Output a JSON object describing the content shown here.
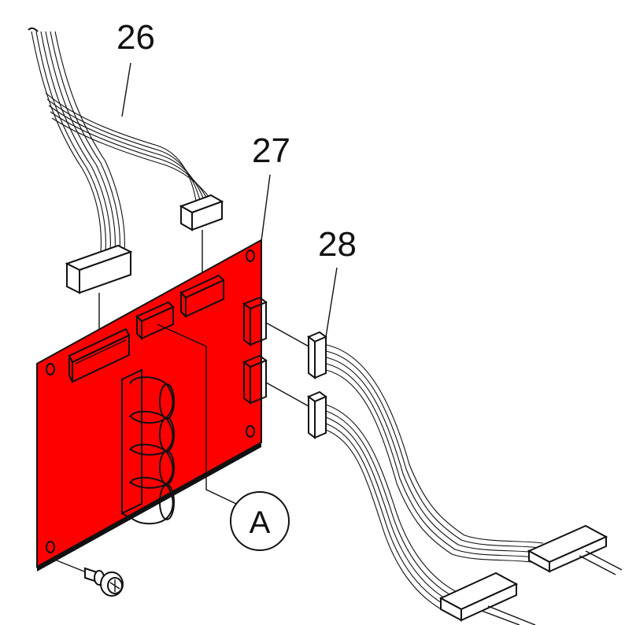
{
  "callouts": {
    "cable_top": "26",
    "board": "27",
    "cable_right": "28",
    "detail_marker": "A"
  },
  "colors": {
    "board": "#ff0000",
    "line": "#111111",
    "background": "#ffffff"
  }
}
